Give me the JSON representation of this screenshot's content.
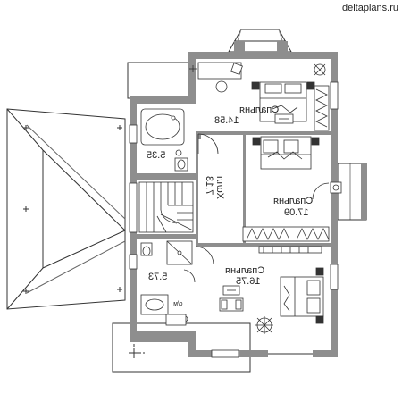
{
  "watermark": "deltaplans.ru",
  "rooms": {
    "bedroom_top": {
      "name": "Спальня",
      "area": "14.58"
    },
    "bathroom_top": {
      "area": "5.35"
    },
    "hall": {
      "name": "Холл",
      "area": "7.13"
    },
    "bedroom_mid": {
      "name": "Спальня",
      "area": "17.09"
    },
    "bathroom_bottom": {
      "area": "5.73"
    },
    "bedroom_bottom": {
      "name": "Спальня",
      "area": "16.75"
    },
    "laundry": {
      "name": "с/м"
    }
  },
  "colors": {
    "wall": "#8e8e8e",
    "line": "#333333",
    "floor": "#ffffff",
    "roof": "#ffffff"
  }
}
